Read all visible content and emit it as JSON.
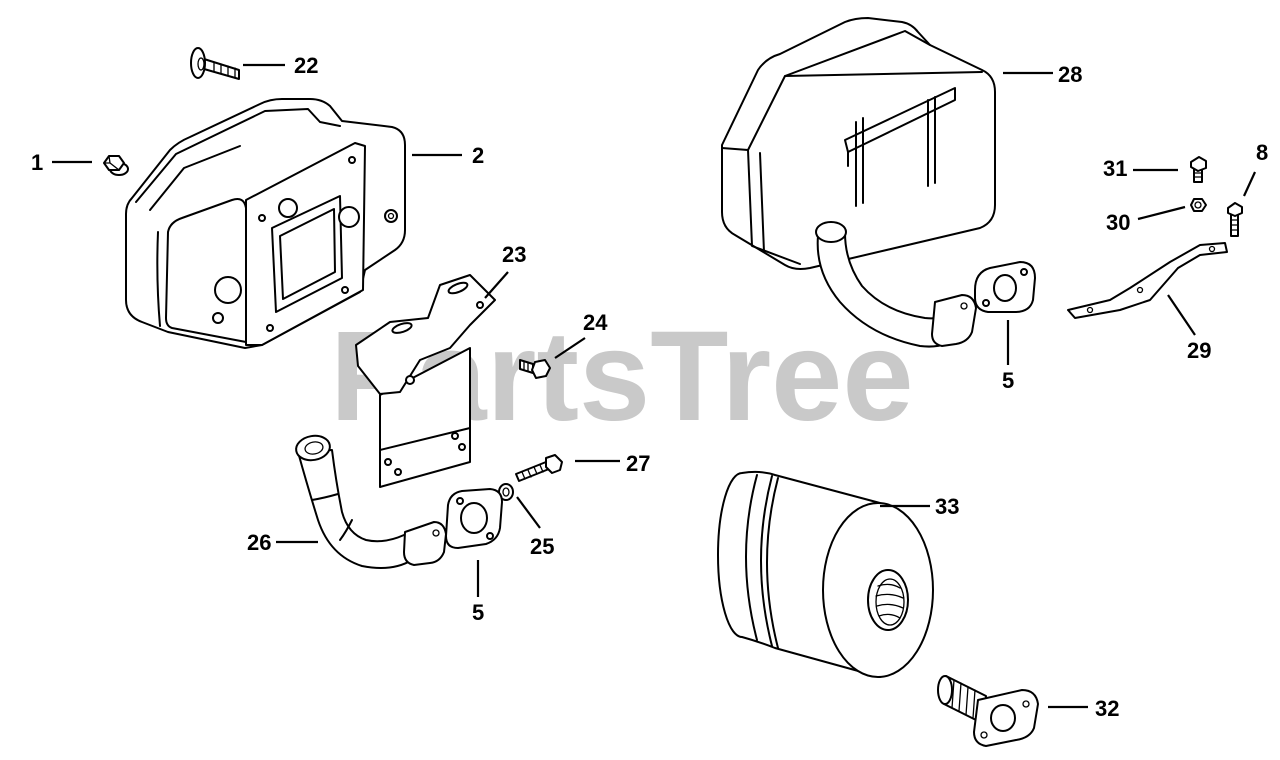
{
  "watermark": {
    "brand": "PartsTree",
    "trademark": "™"
  },
  "callouts": [
    "22",
    "1",
    "2",
    "23",
    "24",
    "27",
    "25",
    "26",
    "5",
    "28",
    "31",
    "8",
    "30",
    "29",
    "5",
    "33",
    "32"
  ]
}
